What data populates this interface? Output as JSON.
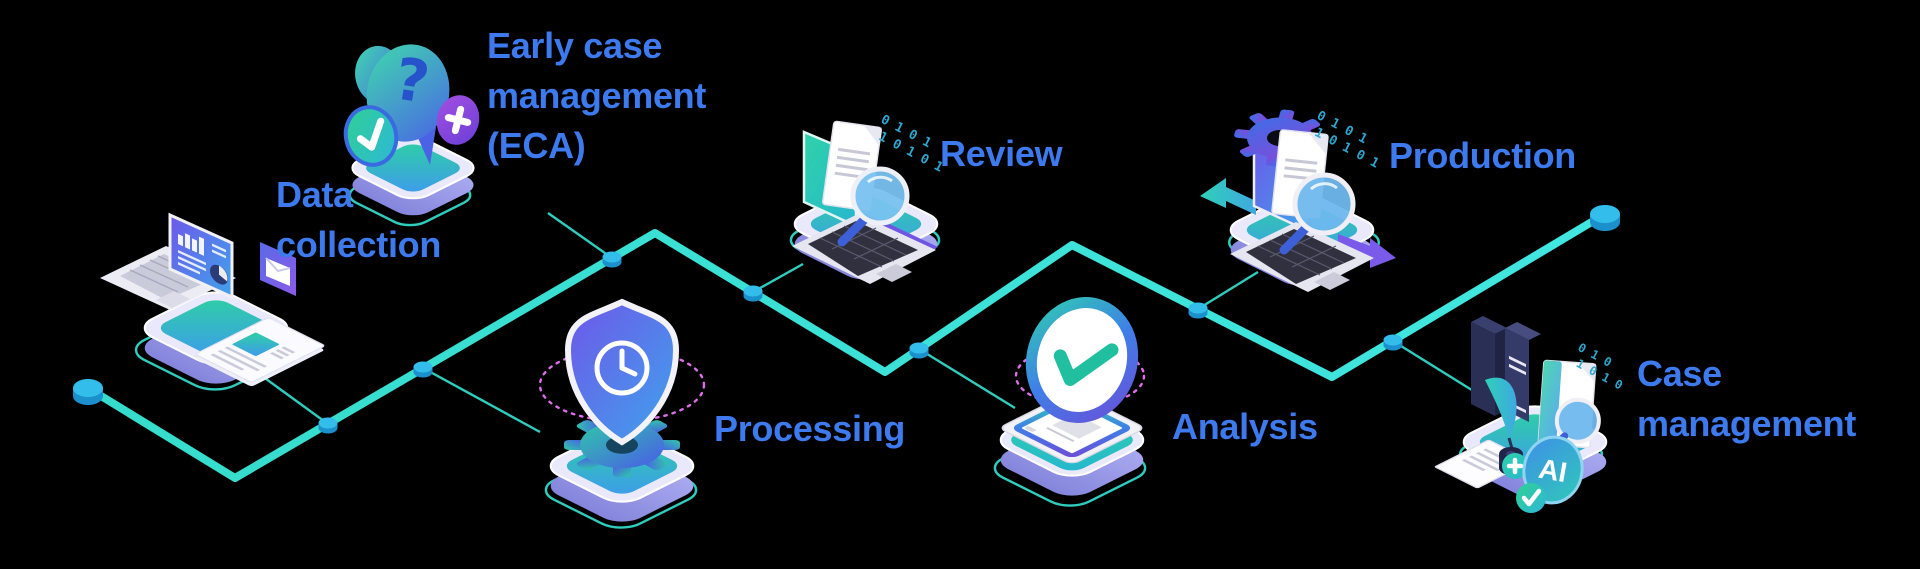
{
  "background_color": "#000000",
  "colors": {
    "label_blue": "#3D7AEE",
    "line_teal": "#3BDFD4",
    "thin_outline_teal": "#2FCDBD",
    "node_cyan_top": "#33BDEB",
    "node_cyan_side": "#1C90CC",
    "platform_top": "#E9E9FB",
    "platform_side": "#9A9AE6",
    "inset_teal": "#2ECFA5",
    "inset_blue": "#3E9BEC",
    "screen_purple": "#6E57E9",
    "magenta_accent": "#DD6FE8",
    "binary_teal": "#2FA6CE"
  },
  "stages": [
    {
      "id": "data-collection",
      "label_lines": [
        "Data",
        "collection"
      ]
    },
    {
      "id": "early-case-management",
      "label_lines": [
        "Early case",
        "management",
        "(ECA)"
      ]
    },
    {
      "id": "processing",
      "label_lines": [
        "Processing"
      ]
    },
    {
      "id": "review",
      "label_lines": [
        "Review"
      ],
      "binary_rows": [
        "0 1 0 1",
        "1 0 1 0 1"
      ]
    },
    {
      "id": "analysis",
      "label_lines": [
        "Analysis"
      ]
    },
    {
      "id": "production",
      "label_lines": [
        "Production"
      ],
      "binary_rows": [
        "0 1 0 1",
        "1 0 1 0 1"
      ]
    },
    {
      "id": "case-management",
      "label_lines": [
        "Case",
        "management"
      ],
      "badge": "AI",
      "binary_rows": [
        "0 1 0",
        "1 0 1 0"
      ]
    }
  ],
  "glyphs": {
    "question_mark": "?",
    "plus": "+"
  }
}
